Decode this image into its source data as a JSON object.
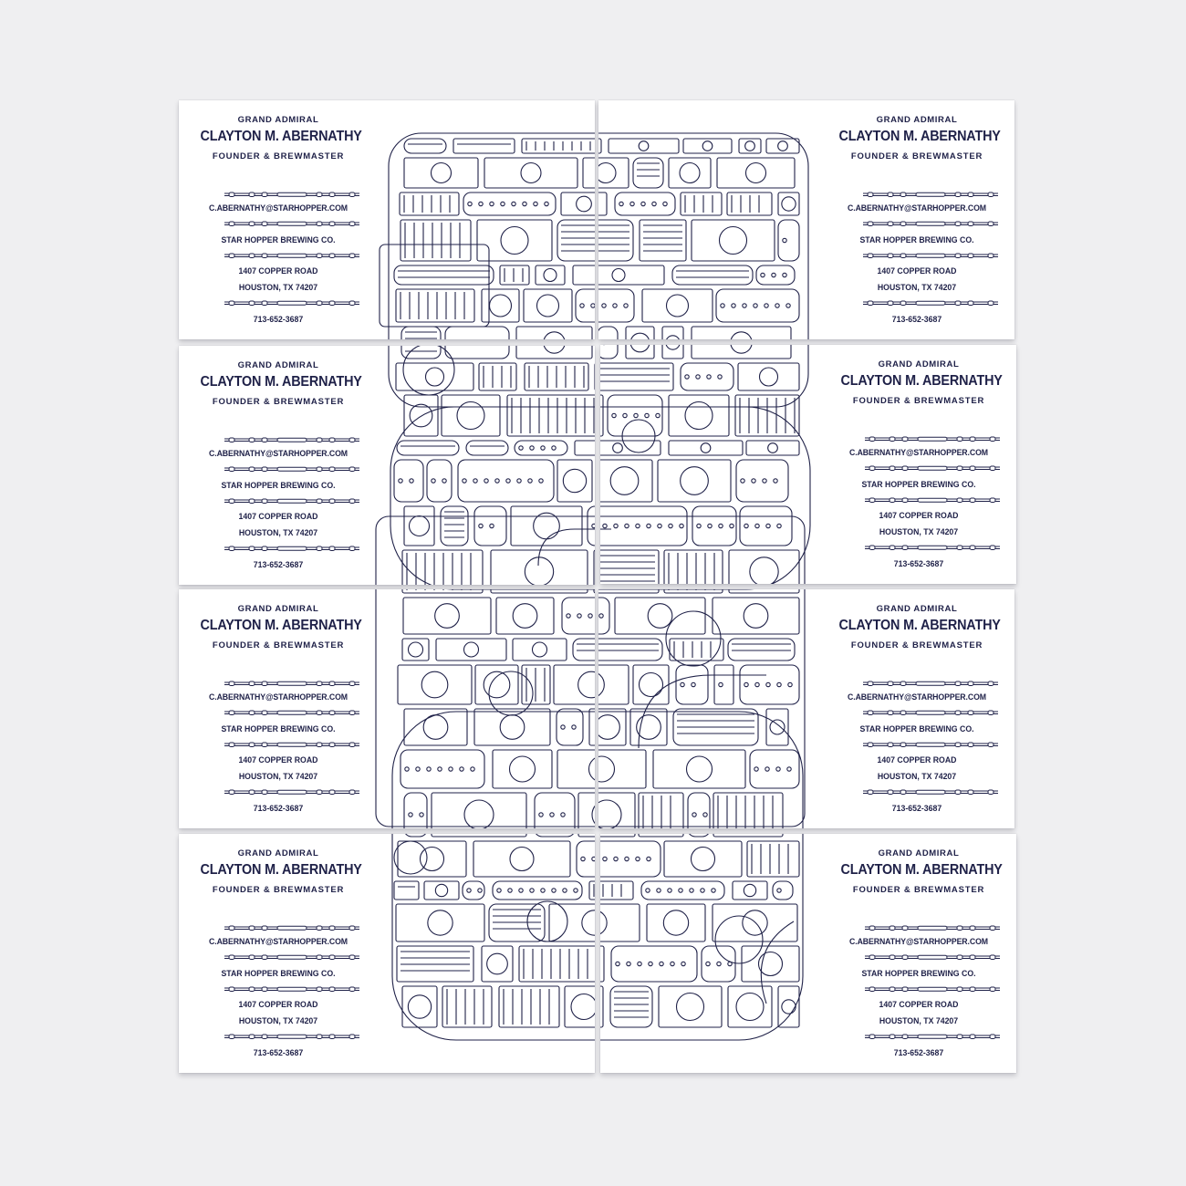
{
  "card": {
    "title": "GRAND ADMIRAL",
    "name": "CLAYTON M. ABERNATHY",
    "role": "FOUNDER & BREWMASTER",
    "email": "C.ABERNATHY@STARHOPPER.COM",
    "company": "STAR HOPPER BREWING CO.",
    "street": "1407 COPPER ROAD",
    "city": "HOUSTON, TX 74207",
    "phone": "713-652-3687"
  },
  "colors": {
    "ink": "#1f2148",
    "card": "#ffffff",
    "background": "#efeff1"
  },
  "icons": [
    "decorative-rule-icon",
    "machine-illustration"
  ]
}
